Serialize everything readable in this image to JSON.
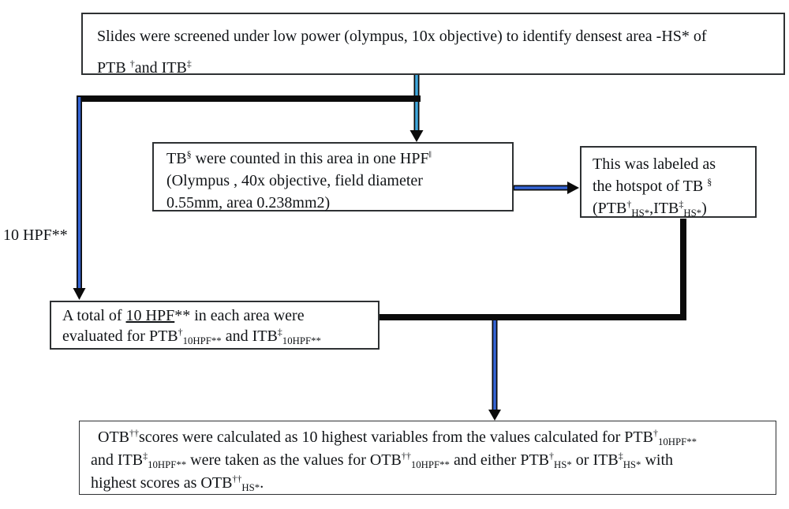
{
  "colors": {
    "arrow_cyan": "#3FA8DC",
    "arrow_blue": "#3565D6",
    "connector_black": "#0b0b0b",
    "box_border": "#2e3133",
    "text": "#111417"
  },
  "labels": {
    "ten_hpf": "10 HPF**"
  },
  "boxes": {
    "screening": {
      "lines": [
        [
          {
            "t": "Slides were screened under low power (olympus, 10x objective) to identify densest area -HS* of",
            "f": ""
          }
        ],
        [
          {
            "t": "PTB ",
            "f": ""
          },
          {
            "t": "†",
            "f": "sup"
          },
          {
            "t": "and ITB",
            "f": ""
          },
          {
            "t": "‡",
            "f": "sup"
          }
        ]
      ]
    },
    "counting": {
      "lines": [
        [
          {
            "t": "TB",
            "f": ""
          },
          {
            "t": "§",
            "f": "sup"
          },
          {
            "t": " were counted in this area in one HPF",
            "f": ""
          },
          {
            "t": "‖",
            "f": "sup"
          }
        ],
        [
          {
            "t": "(Olympus , 40x objective, field diameter",
            "f": ""
          }
        ],
        [
          {
            "t": "0.55mm, area 0.238mm2)",
            "f": ""
          }
        ]
      ]
    },
    "hotspot": {
      "lines": [
        [
          {
            "t": "This was labeled as",
            "f": ""
          }
        ],
        [
          {
            "t": "the hotspot of TB ",
            "f": ""
          },
          {
            "t": "§",
            "f": "sup"
          }
        ],
        [
          {
            "t": "(PTB",
            "f": ""
          },
          {
            "t": "†",
            "f": "sup"
          },
          {
            "t": "HS*",
            "f": "sub"
          },
          {
            "t": ",ITB",
            "f": ""
          },
          {
            "t": "‡",
            "f": "sup"
          },
          {
            "t": "HS*",
            "f": "sub"
          },
          {
            "t": ")",
            "f": ""
          }
        ]
      ]
    },
    "evaluated": {
      "lines": [
        [
          {
            "t": "A total of ",
            "f": ""
          },
          {
            "t": "10 HPF",
            "f": "u"
          },
          {
            "t": "** in each area were",
            "f": ""
          }
        ],
        [
          {
            "t": "evaluated for PTB",
            "f": ""
          },
          {
            "t": "†",
            "f": "sup"
          },
          {
            "t": "10HPF**",
            "f": "sub"
          },
          {
            "t": " and ITB",
            "f": ""
          },
          {
            "t": "‡",
            "f": "sup"
          },
          {
            "t": "10HPF**",
            "f": "sub"
          }
        ]
      ]
    },
    "scores": {
      "lines": [
        [
          {
            "t": "OTB",
            "f": ""
          },
          {
            "t": "††",
            "f": "sup"
          },
          {
            "t": "scores were calculated as 10 highest variables from the values calculated for PTB",
            "f": ""
          },
          {
            "t": "†",
            "f": "sup"
          },
          {
            "t": "10HPF**",
            "f": "sub"
          }
        ],
        [
          {
            "t": "and ITB",
            "f": ""
          },
          {
            "t": "‡",
            "f": "sup"
          },
          {
            "t": "10HPF**",
            "f": "sub"
          },
          {
            "t": " were taken as the values for OTB",
            "f": ""
          },
          {
            "t": "††",
            "f": "sup"
          },
          {
            "t": "10HPF**",
            "f": "sub"
          },
          {
            "t": " and either PTB",
            "f": ""
          },
          {
            "t": "†",
            "f": "sup"
          },
          {
            "t": "HS*",
            "f": "sub"
          },
          {
            "t": " or ITB",
            "f": ""
          },
          {
            "t": "‡",
            "f": "sup"
          },
          {
            "t": "HS*",
            "f": "sub"
          },
          {
            "t": " with",
            "f": ""
          }
        ],
        [
          {
            "t": "highest scores as OTB",
            "f": ""
          },
          {
            "t": "††",
            "f": "sup"
          },
          {
            "t": "HS*",
            "f": "sub"
          },
          {
            "t": ".",
            "f": ""
          }
        ]
      ]
    }
  }
}
